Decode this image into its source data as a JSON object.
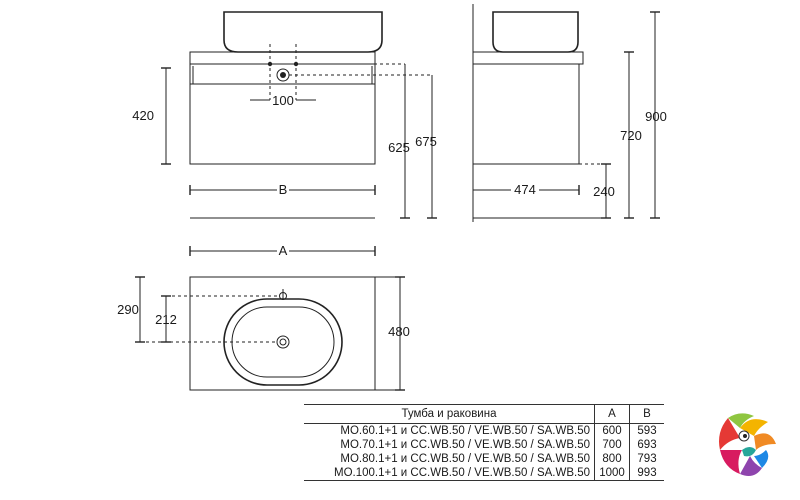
{
  "dimensions": {
    "d100": "100",
    "d420": "420",
    "d625": "625",
    "d675": "675",
    "dB": "B",
    "d720": "720",
    "d900": "900",
    "d474": "474",
    "d240": "240",
    "dA": "A",
    "d290": "290",
    "d212": "212",
    "d480": "480"
  },
  "table": {
    "headers": {
      "name": "Тумба и раковина",
      "a": "A",
      "b": "B"
    },
    "rows": [
      {
        "name": "MO.60.1+1 и CC.WB.50 / VE.WB.50 / SA.WB.50",
        "a": "600",
        "b": "593"
      },
      {
        "name": "MO.70.1+1 и CC.WB.50 / VE.WB.50 / SA.WB.50",
        "a": "700",
        "b": "693"
      },
      {
        "name": "MO.80.1+1 и CC.WB.50 / VE.WB.50 / SA.WB.50",
        "a": "800",
        "b": "793"
      },
      {
        "name": "MO.100.1+1 и CC.WB.50 / VE.WB.50 / SA.WB.50",
        "a": "1000",
        "b": "993"
      }
    ]
  },
  "logo": {
    "icon": "chameleon-logo-icon"
  }
}
